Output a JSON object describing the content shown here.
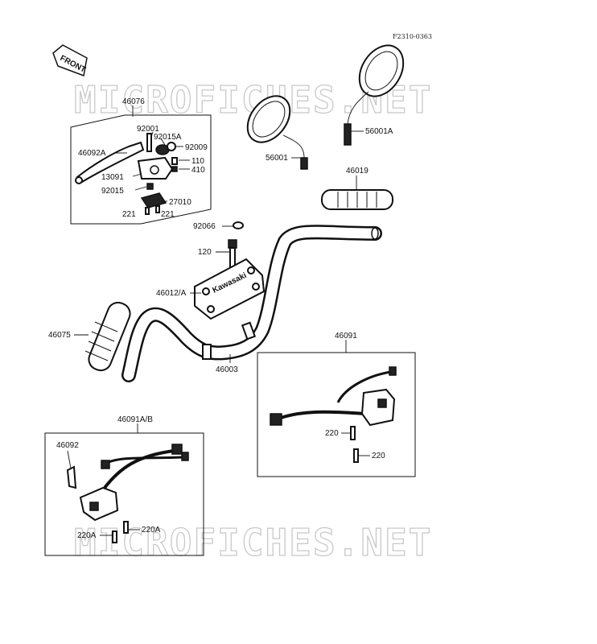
{
  "figure_code": "F2310-0363",
  "front_tag": "FRONT",
  "brand_plate": "Kawasaki",
  "watermark_top": "MICROFICHES.NET",
  "watermark_bottom": "MICROFICHES.NET",
  "parts": {
    "p46076": "46076",
    "p92001": "92001",
    "p92015A": "92015A",
    "p92009": "92009",
    "p46092A": "46092A",
    "p110": "110",
    "p13091": "13091",
    "p410": "410",
    "p92015": "92015",
    "p27010": "27010",
    "p221a": "221",
    "p221b": "221",
    "p56001": "56001",
    "p56001A": "56001A",
    "p46019": "46019",
    "p92066": "92066",
    "p120": "120",
    "p46012A": "46012/A",
    "p46075": "46075",
    "p46003": "46003",
    "p46091": "46091",
    "p220a": "220",
    "p220b": "220",
    "p46091AB": "46091A/B",
    "p46092": "46092",
    "p220Aa": "220A",
    "p220Ab": "220A"
  },
  "colors": {
    "ink": "#111111",
    "watermark": "#c9c9c9",
    "paper": "#ffffff"
  }
}
